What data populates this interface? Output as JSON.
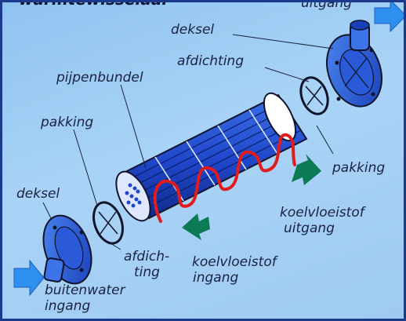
{
  "diagram": {
    "title_partial": "warmtewisselaar",
    "labels": {
      "uitgang_top": "uitgang",
      "deksel_top": "deksel",
      "afdichting_top": "afdichting",
      "pijpenbundel": "pijpenbundel",
      "pakking_left": "pakking",
      "pakking_right": "pakking",
      "deksel_left": "deksel",
      "afdichting_bottom_1": "afdich-",
      "afdichting_bottom_2": "ting",
      "koelvloeistof_uitgang_1": "koelvloeistof",
      "koelvloeistof_uitgang_2": "uitgang",
      "koelvloeistof_ingang_1": "koelvloeistof",
      "koelvloeistof_ingang_2": "ingang",
      "buitenwater_1": "buitenwater",
      "buitenwater_2": "ingang"
    },
    "colors": {
      "background": "#9fcaf2",
      "tube_blue": "#1f46c9",
      "flow_red": "#e11c1c",
      "arrow_green": "#0b7a55",
      "arrow_blue": "#2f8ff0",
      "outline": "#10142a"
    }
  }
}
